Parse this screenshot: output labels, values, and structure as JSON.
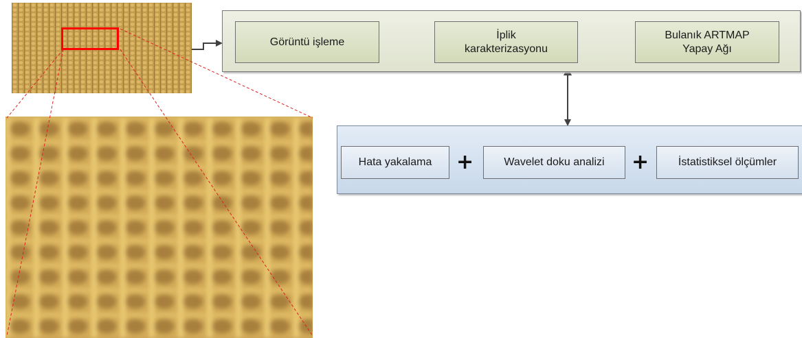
{
  "pipeline": {
    "step1": "Görüntü işleme",
    "step2_line1": "İplik",
    "step2_line2": "karakterizasyonu",
    "step3_line1": "Bulanık ARTMAP",
    "step3_line2": "Yapay Ağı"
  },
  "features": {
    "item1": "Hata yakalama",
    "item2": "Wavelet doku analizi",
    "item3": "İstatistiksel ölçümler",
    "plus_symbol": "+"
  },
  "colors": {
    "fabric_base": "#c9a150",
    "highlight_red": "#ff0000",
    "arrow": "#404040"
  }
}
